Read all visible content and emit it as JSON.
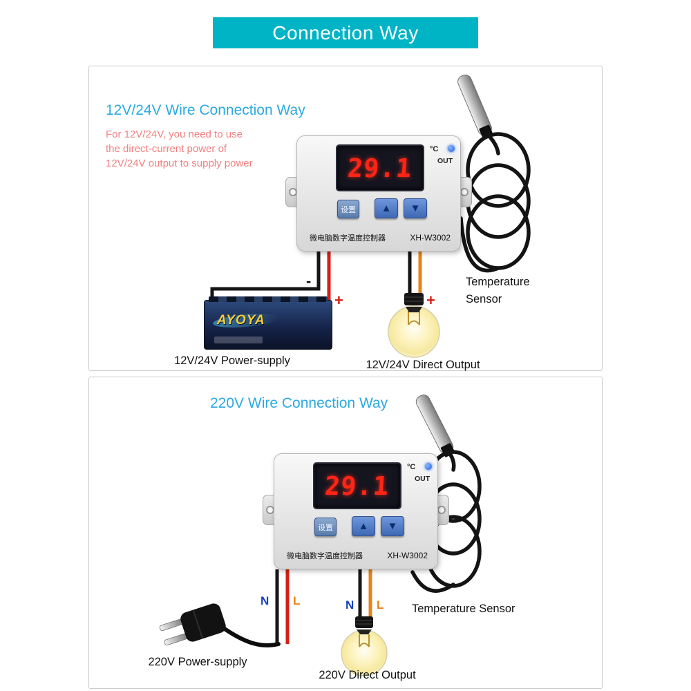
{
  "header": {
    "title": "Connection Way"
  },
  "panels": {
    "dc": {
      "title": "12V/24V Wire Connection Way",
      "note_line1": "For 12V/24V, you need to use",
      "note_line2": "the direct-current power of",
      "note_line3": "12V/24V output to supply power",
      "minus_battery": "-",
      "plus_battery": "+",
      "plus_bulb": "+",
      "power_supply_label": "12V/24V Power-supply",
      "output_label": "12V/24V Direct Output",
      "sensor_label_line1": "Temperature",
      "sensor_label_line2": "Sensor",
      "battery_brand": "AYOYA"
    },
    "ac": {
      "title": "220V Wire Connection Way",
      "n_left": "N",
      "l_left": "L",
      "n_right": "N",
      "l_right": "L",
      "power_supply_label": "220V Power-supply",
      "output_label": "220V Direct Output",
      "sensor_label": "Temperature Sensor"
    }
  },
  "controller": {
    "display_value": "29.1",
    "unit_label": "°C",
    "out_label": "OUT",
    "set_button_label": "设置",
    "up_button_label": "▲",
    "down_button_label": "▼",
    "product_name": "微电脑数字温度控制器",
    "model": "XH-W3002"
  },
  "colors": {
    "header_bg": "#00b4c6",
    "section_title": "#2ba9e1",
    "note_text": "#f28080",
    "display_digits": "#ff2516",
    "wire_black": "#151515",
    "wire_red": "#d62015",
    "wire_orange": "#e8821a",
    "n_label_blue": "#1440b8",
    "l_label_orange": "#e8821a",
    "bulb_glow": "#fdf3c0"
  }
}
